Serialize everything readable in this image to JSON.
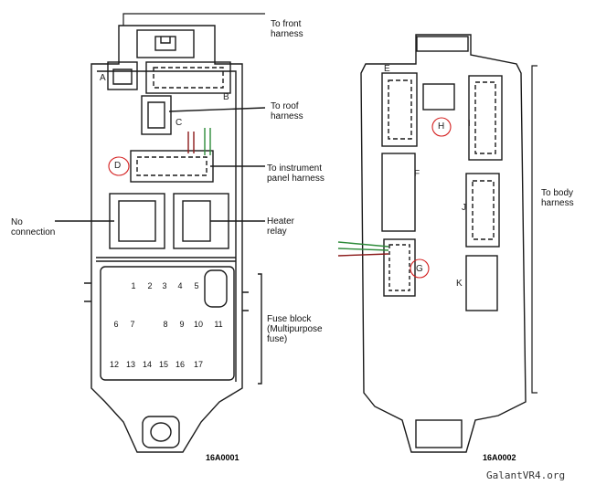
{
  "callouts": {
    "front": "To  front\nharness",
    "roof": "To  roof\nharness",
    "instrument": "To  instrument\npanel harness",
    "noconn": "No\nconnection",
    "heater": "Heater\nrelay",
    "fuseblock": "Fuse block\n(Multipurpose\nfuse)",
    "body": "To body\nharness"
  },
  "connectors_left": [
    "A",
    "B",
    "C",
    "D"
  ],
  "connectors_right": [
    "E",
    "F",
    "G",
    "H",
    "I",
    "J",
    "K"
  ],
  "fuses": [
    "1",
    "2",
    "3",
    "4",
    "5",
    "6",
    "7",
    "8",
    "9",
    "10",
    "11",
    "12",
    "13",
    "14",
    "15",
    "16",
    "17"
  ],
  "part_codes": {
    "left": "16A0001",
    "right": "16A0002"
  },
  "watermark": "GalantVR4.org",
  "colors": {
    "line": "#1a1a1a",
    "highlight": "#d42020",
    "wire_green": "#2e8b3a",
    "wire_red": "#8b1a1a"
  }
}
